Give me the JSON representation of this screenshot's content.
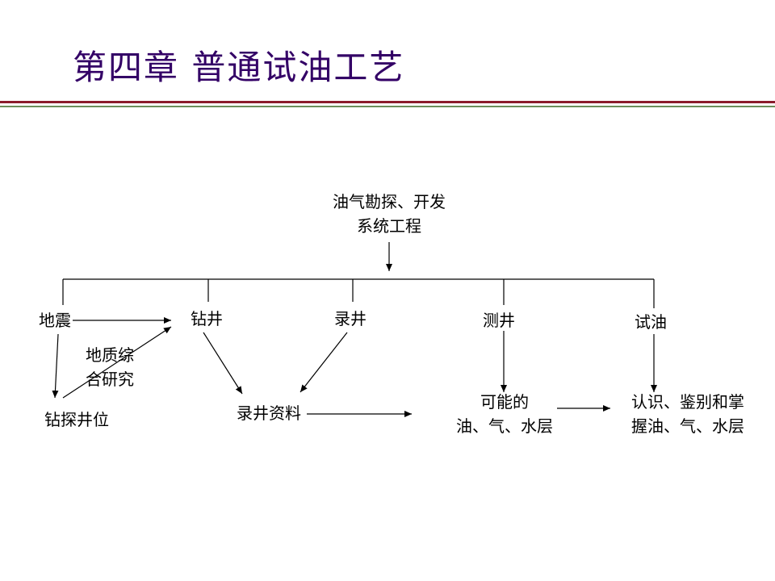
{
  "slide": {
    "title": "第四章  普通试油工艺",
    "colors": {
      "title": "#330066",
      "rule_top": "#8b1a2b",
      "rule_bottom": "#6b8e5a"
    }
  },
  "diagram": {
    "root": {
      "line1": "油气勘探、开发",
      "line2": "系统工程"
    },
    "branches": [
      "地震",
      "钻井",
      "录井",
      "测井",
      "试油"
    ],
    "geo_study": {
      "line1": "地质综",
      "line2": "合研究"
    },
    "well_location": "钻探井位",
    "logging_data": "录井资料",
    "possible_layers": {
      "line1": "可能的",
      "line2": "油、气、水层"
    },
    "identify_layers": {
      "line1": "认识、鉴别和掌",
      "line2": "握油、气、水层"
    }
  }
}
